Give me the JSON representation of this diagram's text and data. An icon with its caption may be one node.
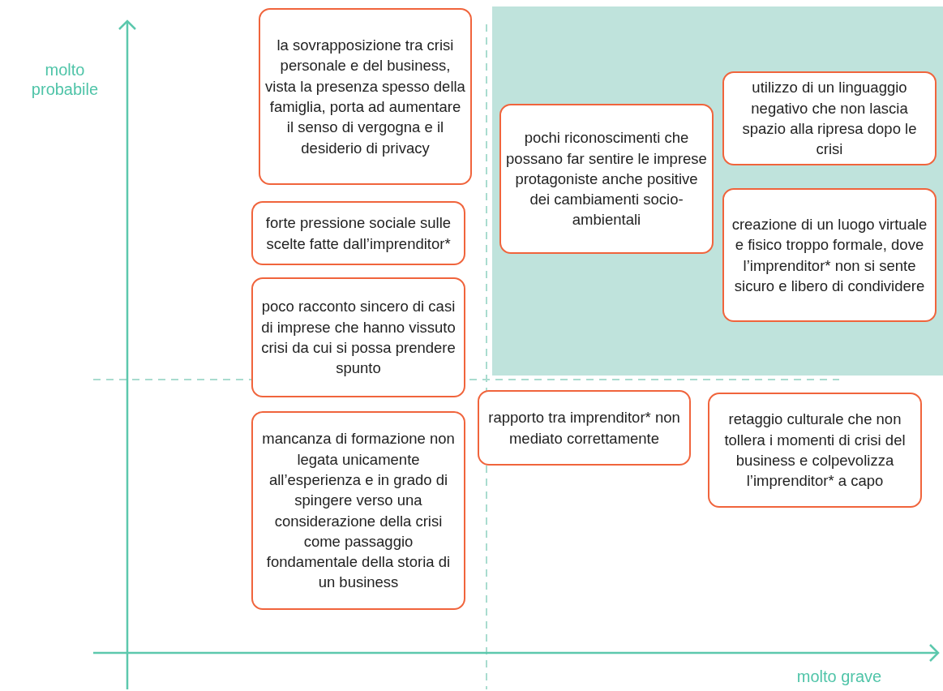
{
  "diagram": {
    "nodes": [
      {
        "text": [
          "la sovrapposizione tra crisi personale e del business, vista la presenza spesso della famiglia, porta ad aumentare il senso di vergogna e il desiderio di privacy"
        ]
      },
      {
        "text": [
          "forte pressione sociale sulle scelte fatte dall’imprenditor*"
        ]
      },
      {
        "text": [
          "poco racconto sincero di casi di imprese che hanno vissuto crisi da cui si possa prendere spunto"
        ]
      },
      {
        "text": [
          "mancanza di formazione non legata unicamente all’esperienza e in grado di spingere verso una considerazione della crisi come passaggio fondamentale della storia di un business"
        ]
      },
      {
        "text": [
          "pochi riconoscimenti che possano far sentire le imprese protagoniste anche positive dei cambiamenti socio-ambientali"
        ]
      },
      {
        "text": [
          "utilizzo di un linguaggio negativo che non lascia spazio alla ripresa dopo le crisi"
        ]
      },
      {
        "text": [
          "creazione di un luogo virtuale e fisico troppo formale, dove l’imprenditor* non si sente sicuro e libero di condividere"
        ]
      },
      {
        "text": [
          "rapporto tra imprenditor* non mediato correttamente"
        ]
      },
      {
        "text": [
          "retaggio culturale che non tollera i momenti di crisi del business e colpevolizza l’imprenditor* a capo"
        ]
      }
    ],
    "labels": [
      "molto probabile",
      "molto grave"
    ]
  }
}
